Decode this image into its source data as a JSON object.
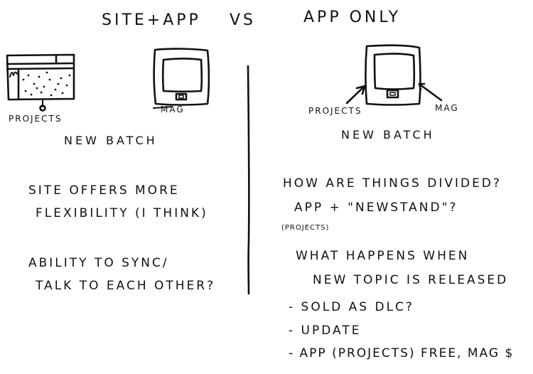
{
  "headings": {
    "left": "SITE+APP",
    "vs": "VS",
    "right": "APP ONLY"
  },
  "left": {
    "browser_label": "PROJECTS",
    "tablet_label": "MAG",
    "batch": "NEW BATCH",
    "note1_line1": "SITE OFFERS MORE",
    "note1_line2": "FLEXIBILITY (I THINK)",
    "note2_line1": "ABILITY TO SYNC/",
    "note2_line2": "TALK TO EACH OTHER?"
  },
  "right": {
    "projects_label": "PROJECTS",
    "mag_label": "MAG",
    "batch": "NEW BATCH",
    "question_line1": "HOW ARE THINGS DIVIDED?",
    "question_line2": "APP + \"NEWSTAND\"?",
    "question_note": "(PROJECTS)",
    "topic_line1": "WHAT HAPPENS WHEN",
    "topic_line2": "NEW TOPIC IS RELEASED",
    "bullets": [
      "- SOLD AS DLC?",
      "- UPDATE",
      "- APP (PROJECTS) FREE, MAG $"
    ]
  }
}
